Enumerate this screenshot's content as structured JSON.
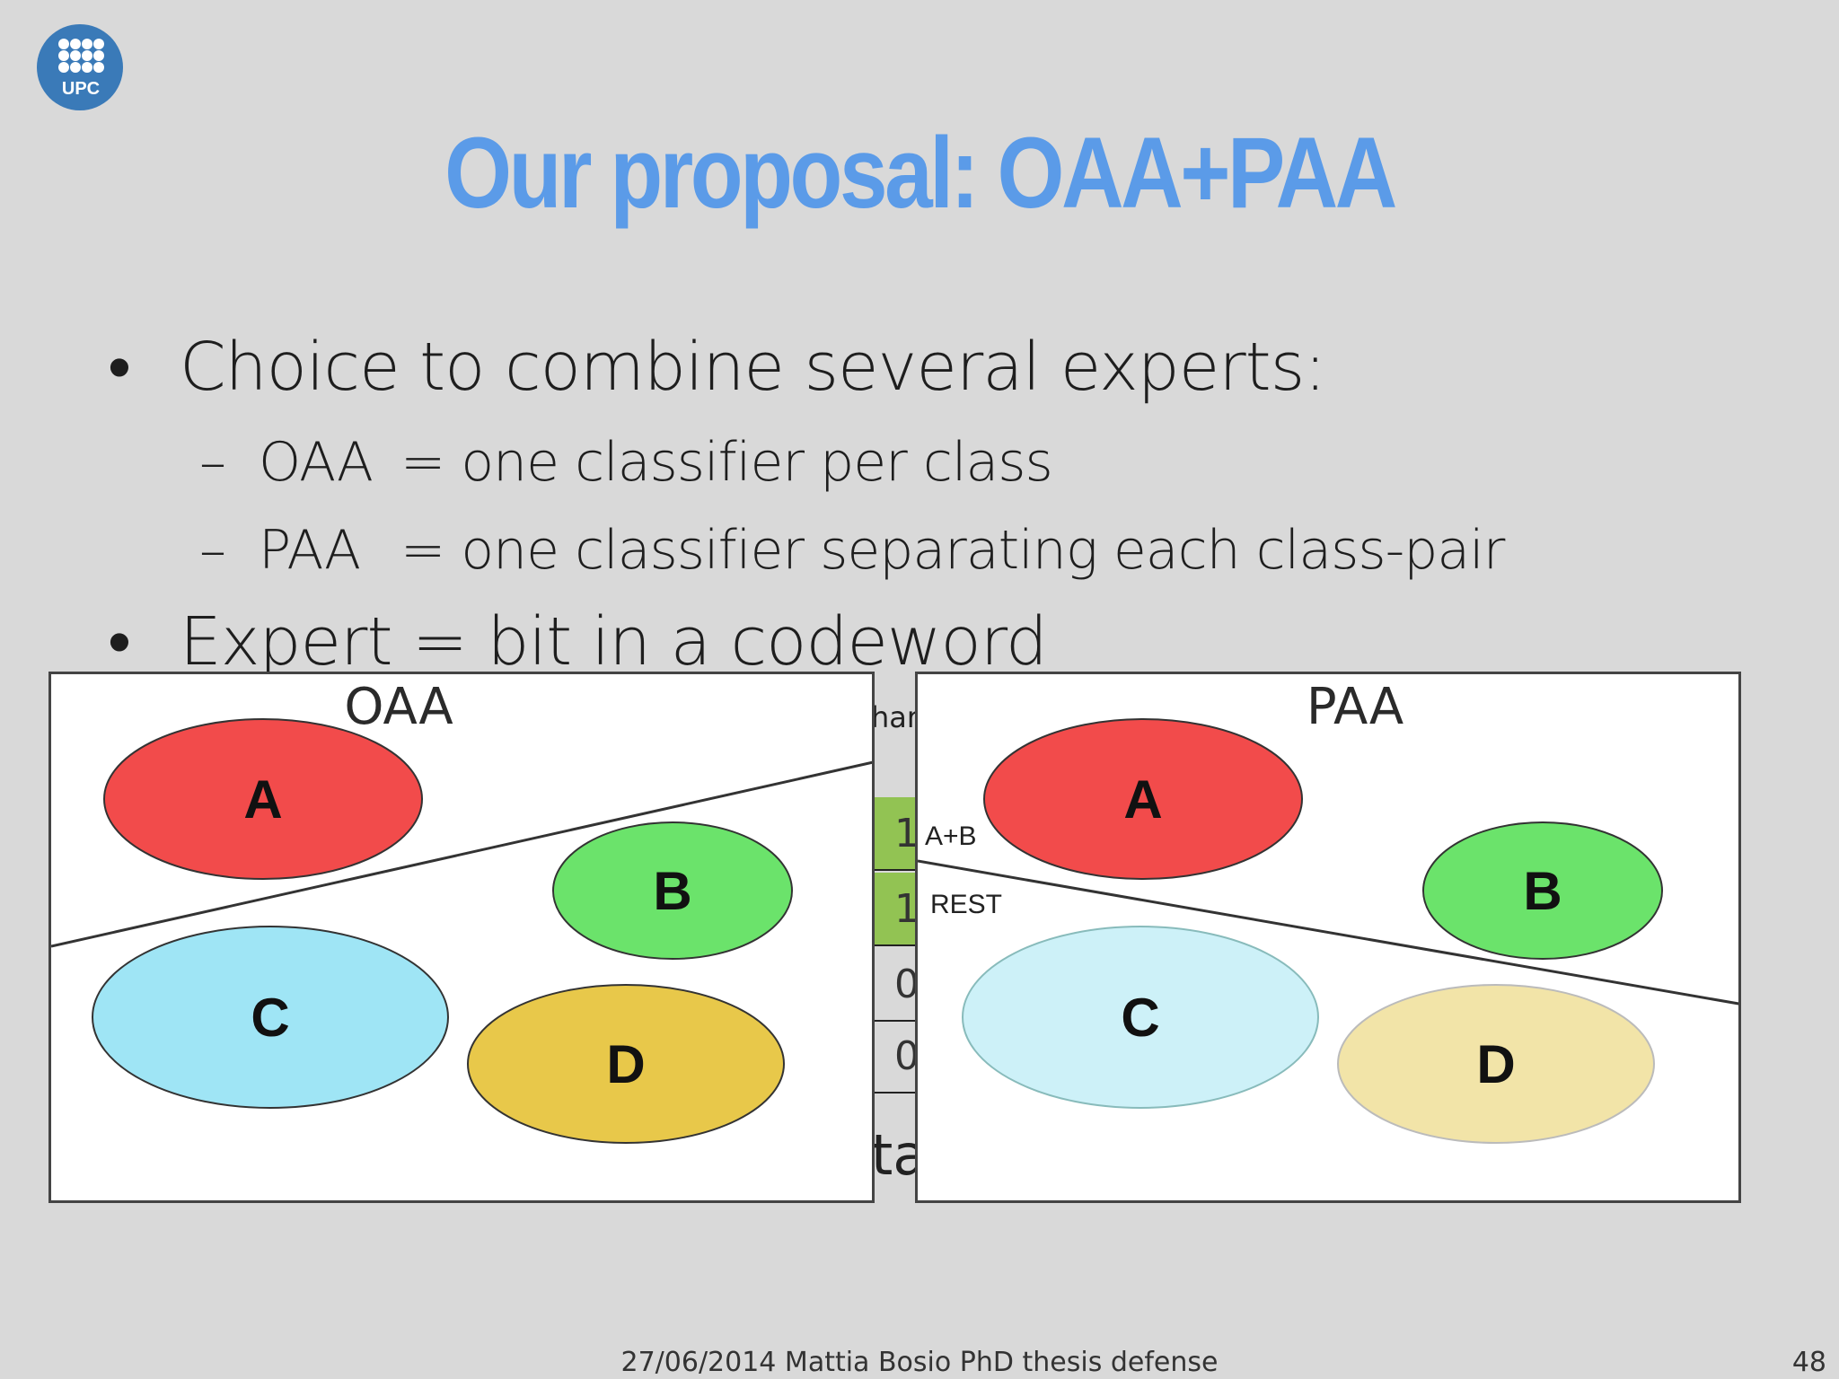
{
  "slide": {
    "title": "Our proposal: OAA+PAA",
    "logo_text": "UPC",
    "bullets": [
      "Choice to combine several experts:",
      "Expert = bit in a codeword"
    ],
    "sub_bullets": [
      {
        "label": "OAA",
        "text": "= one classifier per class"
      },
      {
        "label": "PAA",
        "text": "= one classifier separating each class-pair"
      }
    ],
    "bullet_mark": "•",
    "dash_mark": "–",
    "background_fragments": {
      "top_text": "har",
      "bottom_text": "ta",
      "table_values": [
        "1",
        "1",
        "0",
        "0"
      ]
    },
    "footer": "27/06/2014 Mattia Bosio PhD thesis defense",
    "page_number": "48"
  },
  "figures": {
    "oaa": {
      "title": "OAA",
      "classes": [
        "A",
        "B",
        "C",
        "D"
      ],
      "colors": {
        "A": "#f24b4b",
        "B": "#6be36b",
        "C": "#9fe5f5",
        "D": "#e8c84a"
      }
    },
    "paa": {
      "title": "PAA",
      "classes": [
        "A",
        "B",
        "C",
        "D"
      ],
      "side_labels": [
        "A+B",
        "REST"
      ],
      "colors": {
        "A": "#f24b4b",
        "B": "#6be36b",
        "C": "#cdf1f8",
        "D": "#f2e4a8"
      }
    }
  },
  "colors": {
    "title": "#5b9be8",
    "background": "#d9d9d9",
    "logo": "#3a7ab8",
    "table_green": "#92c353"
  }
}
